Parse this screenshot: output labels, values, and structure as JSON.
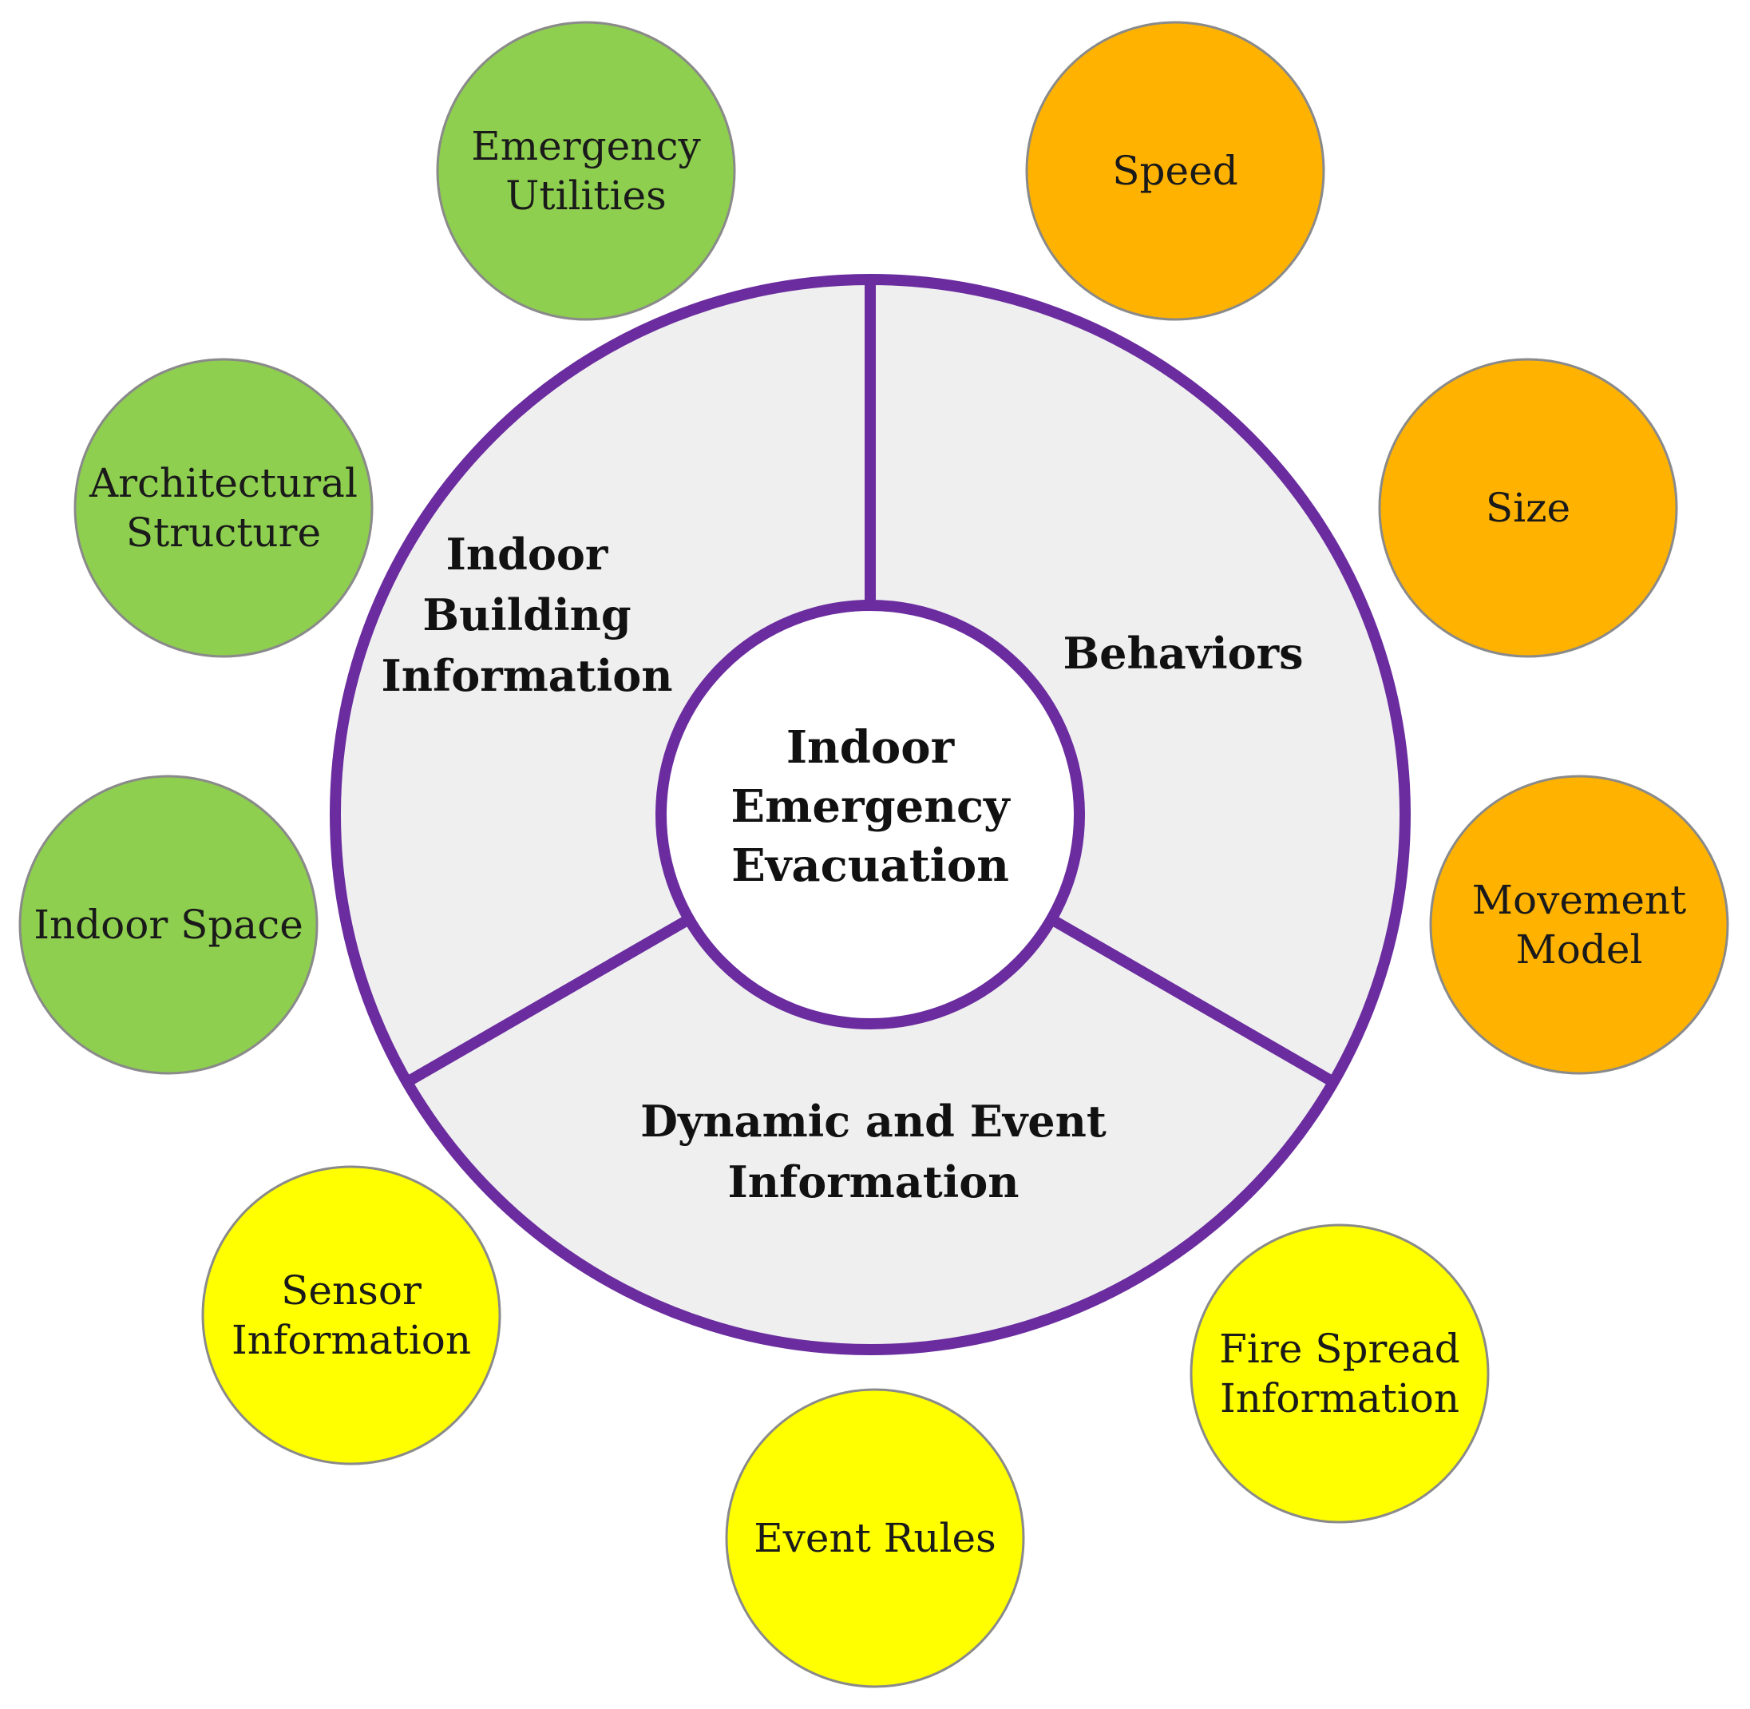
{
  "colors": {
    "ring_stroke": "#6a2c9e",
    "ring_fill": "#efeff0",
    "center_fill": "#ffffff",
    "building_group": "#8ecf4f",
    "behavior_group": "#ffb300",
    "event_group": "#ffff00",
    "bubble_stroke": "#8a8a8a"
  },
  "center": {
    "lines": [
      "Indoor",
      "Emergency",
      "Evacuation"
    ]
  },
  "segments": [
    {
      "id": "building",
      "lines": [
        "Indoor",
        "Building",
        "Information"
      ]
    },
    {
      "id": "behaviors",
      "lines": [
        "Behaviors"
      ]
    },
    {
      "id": "dynamic",
      "lines": [
        "Dynamic and Event",
        "Information"
      ]
    }
  ],
  "bubbles": [
    {
      "id": "emergency-utilities",
      "group": "building",
      "lines": [
        "Emergency",
        "Utilities"
      ]
    },
    {
      "id": "architectural-structure",
      "group": "building",
      "lines": [
        "Architectural",
        "Structure"
      ]
    },
    {
      "id": "indoor-space",
      "group": "building",
      "lines": [
        "Indoor Space"
      ]
    },
    {
      "id": "speed",
      "group": "behaviors",
      "lines": [
        "Speed"
      ]
    },
    {
      "id": "size",
      "group": "behaviors",
      "lines": [
        "Size"
      ]
    },
    {
      "id": "movement-model",
      "group": "behaviors",
      "lines": [
        "Movement",
        "Model"
      ]
    },
    {
      "id": "sensor-information",
      "group": "dynamic",
      "lines": [
        "Sensor",
        "Information"
      ]
    },
    {
      "id": "event-rules",
      "group": "dynamic",
      "lines": [
        "Event Rules"
      ]
    },
    {
      "id": "fire-spread-information",
      "group": "dynamic",
      "lines": [
        "Fire Spread",
        "Information"
      ]
    }
  ]
}
